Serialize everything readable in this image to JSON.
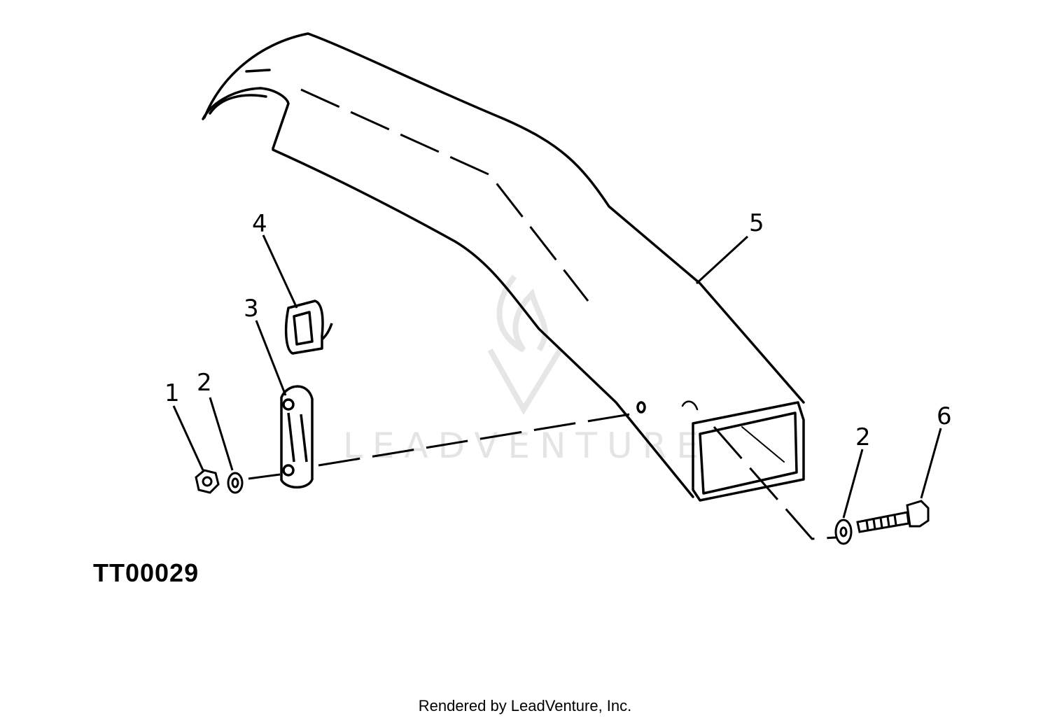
{
  "diagram": {
    "callouts": {
      "c1": "1",
      "c2a": "2",
      "c3": "3",
      "c4": "4",
      "c5": "5",
      "c2b": "2",
      "c6": "6"
    },
    "figure_id": "TT00029",
    "credit": "Rendered by LeadVenture, Inc.",
    "watermark": "LEADVENTURE"
  },
  "colors": {
    "line": "#000000",
    "watermark": "#e4e4e4"
  },
  "icons": [
    "lock-nut-icon",
    "washer-icon",
    "link-strap-icon",
    "spring-clip-icon",
    "tongue-tube-icon",
    "bolt-icon"
  ]
}
